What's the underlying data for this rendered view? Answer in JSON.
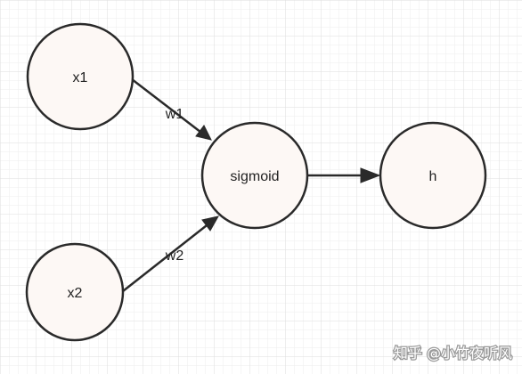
{
  "diagram": {
    "nodes": [
      {
        "id": "x1",
        "label": "x1"
      },
      {
        "id": "x2",
        "label": "x2"
      },
      {
        "id": "sigmoid",
        "label": "sigmoid"
      },
      {
        "id": "h",
        "label": "h"
      }
    ],
    "edges": [
      {
        "from": "x1",
        "to": "sigmoid",
        "label": "w1"
      },
      {
        "from": "x2",
        "to": "sigmoid",
        "label": "w2"
      },
      {
        "from": "sigmoid",
        "to": "h",
        "label": ""
      }
    ],
    "node_fill": "#fdf8f5",
    "stroke_color": "#2a2a2a",
    "grid_color": "#e4e4e4"
  },
  "watermark": {
    "text": "知乎 @小竹夜听风"
  }
}
